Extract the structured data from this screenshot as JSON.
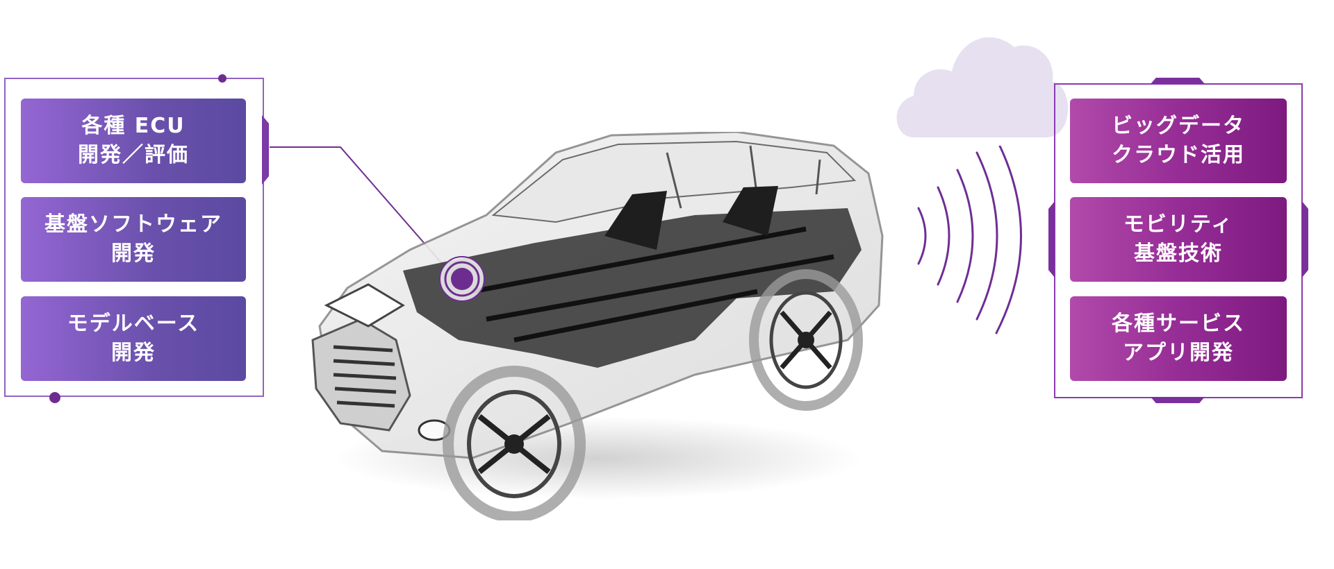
{
  "left_group": {
    "items": [
      {
        "label": "各種 ECU\n開発／評価"
      },
      {
        "label": "基盤ソフトウェア\n開発"
      },
      {
        "label": "モデルベース\n開発"
      }
    ]
  },
  "right_group": {
    "items": [
      {
        "label": "ビッグデータ\nクラウド活用"
      },
      {
        "label": "モビリティ\n基盤技術"
      },
      {
        "label": "各種サービス\nアプリ開発"
      }
    ]
  },
  "colors": {
    "left_accent": "#6d2d90",
    "right_accent": "#7d1a80",
    "cloud": "#e6e0f0",
    "wave": "#6e2e95"
  },
  "icons": [
    "cloud-icon",
    "signal-waves-icon",
    "car-illustration",
    "target-marker-icon"
  ]
}
